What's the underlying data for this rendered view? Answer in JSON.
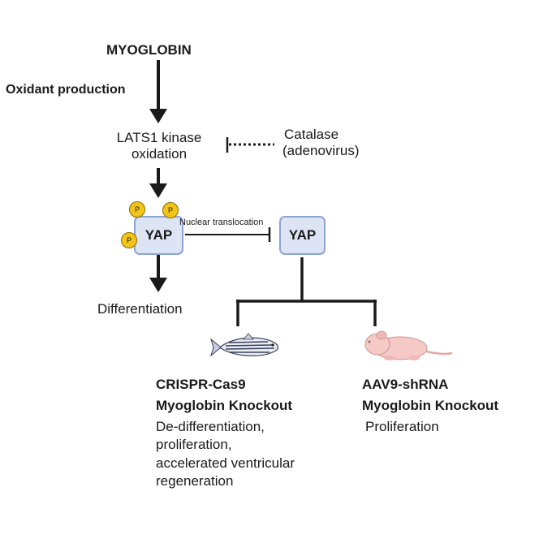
{
  "top_label": "MYOGLOBIN",
  "oxidant_label": "Oxidant production",
  "lats_label": [
    "LATS1 kinase",
    "oxidation"
  ],
  "catalase_label": [
    "Catalase",
    "(adenovirus)"
  ],
  "yap_label": "YAP",
  "phospho_label": "P",
  "translocation_label": "Nuclear translocation",
  "differentiation_label": "Differentiation",
  "zebrafish": {
    "title": [
      "CRISPR-Cas9",
      "Myoglobin Knockout"
    ],
    "outcome": [
      "De-differentiation,",
      "proliferation,",
      "accelerated ventricular",
      "regeneration"
    ]
  },
  "mouse": {
    "title": [
      "AAV9-shRNA",
      "Myoglobin Knockout"
    ],
    "outcome": [
      "Proliferation"
    ]
  },
  "colors": {
    "arrow": "#1a1a1a",
    "yap_fill": "#dde4f3",
    "yap_border": "#8ca3d3",
    "phospho": "#f2c418",
    "mouse": "#f4c9c6",
    "fish_stripe": "#3a3f5c"
  },
  "icons": [
    "zebrafish-icon",
    "mouse-pup-icon"
  ]
}
